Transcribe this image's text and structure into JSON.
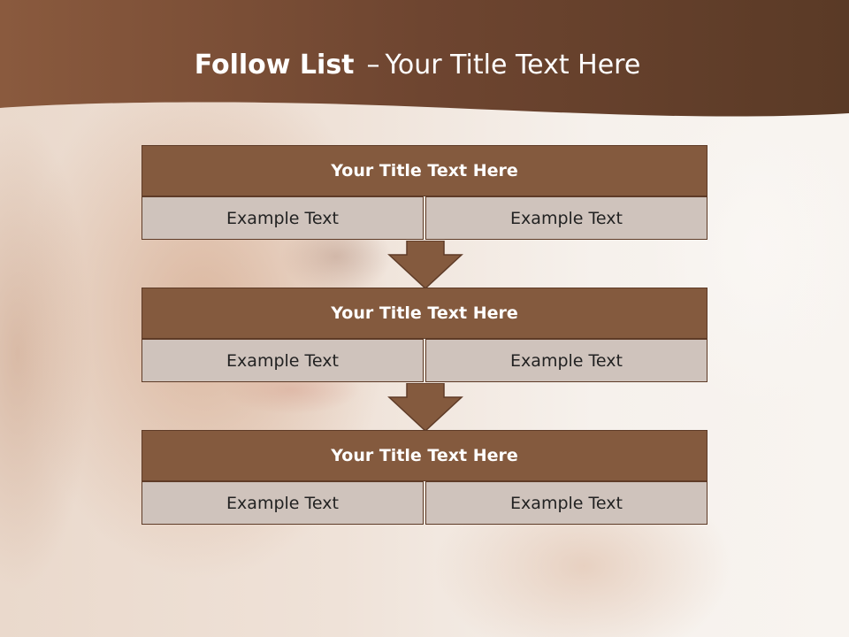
{
  "slide": {
    "title_bold": "Follow List",
    "title_separator": "–",
    "title_rest": "Your Title Text Here"
  },
  "steps": [
    {
      "title": "Your Title Text Here",
      "left": "Example Text",
      "right": "Example Text"
    },
    {
      "title": "Your Title Text Here",
      "left": "Example Text",
      "right": "Example Text"
    },
    {
      "title": "Your Title Text Here",
      "left": "Example Text",
      "right": "Example Text"
    }
  ],
  "colors": {
    "header_brown": "#7a5038",
    "block_title_bg": "#845a3e",
    "block_cell_bg": "#cfc3bc",
    "border": "#5e3b27",
    "arrow": "#845a3e"
  }
}
